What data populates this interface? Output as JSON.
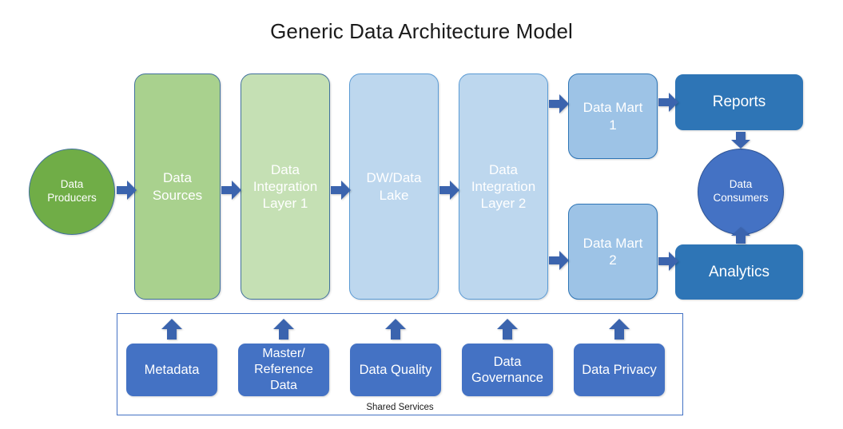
{
  "page": {
    "title": "Generic Data Architecture Model",
    "background": "#ffffff"
  },
  "colors": {
    "producers": "#70AD47",
    "sources": "#A9D18E",
    "integration_layer_1": "#C5E0B4",
    "dw_data_lake": "#BDD7EE",
    "integration_layer_2": "#BDD7EE",
    "data_mart": "#9DC3E6",
    "outputs": "#2E75B6",
    "consumers": "#4472C4",
    "shared_services": "#4472C4",
    "arrow": "#3B64AE",
    "container_border": "#4472C4"
  },
  "pipeline": {
    "producers": {
      "label": "Data\nProducers",
      "shape": "circle"
    },
    "sources": {
      "label": "Data\nSources",
      "shape": "rounded-rect"
    },
    "integration_layer_1": {
      "label": "Data\nIntegration\nLayer 1",
      "shape": "rounded-rect"
    },
    "dw_data_lake": {
      "label": "DW/Data\nLake",
      "shape": "rounded-rect"
    },
    "integration_layer_2": {
      "label": "Data\nIntegration\nLayer 2",
      "shape": "rounded-rect"
    },
    "data_mart_1": {
      "label": "Data Mart\n1",
      "shape": "rounded-rect"
    },
    "data_mart_2": {
      "label": "Data Mart\n2",
      "shape": "rounded-rect"
    },
    "reports": {
      "label": "Reports",
      "shape": "rounded-rect"
    },
    "analytics": {
      "label": "Analytics",
      "shape": "rounded-rect"
    },
    "consumers": {
      "label": "Data\nConsumers",
      "shape": "circle"
    }
  },
  "shared_services": {
    "caption": "Shared Services",
    "items": [
      {
        "label": "Metadata"
      },
      {
        "label": "Master/\nReference\nData"
      },
      {
        "label": "Data Quality"
      },
      {
        "label": "Data\nGovernance"
      },
      {
        "label": "Data Privacy"
      }
    ]
  },
  "flows": [
    {
      "from": "producers",
      "to": "sources",
      "direction": "right"
    },
    {
      "from": "sources",
      "to": "integration_layer_1",
      "direction": "right"
    },
    {
      "from": "integration_layer_1",
      "to": "dw_data_lake",
      "direction": "right"
    },
    {
      "from": "dw_data_lake",
      "to": "integration_layer_2",
      "direction": "right"
    },
    {
      "from": "integration_layer_2",
      "to": "data_mart_1",
      "direction": "right"
    },
    {
      "from": "integration_layer_2",
      "to": "data_mart_2",
      "direction": "right"
    },
    {
      "from": "data_mart_1",
      "to": "reports",
      "direction": "right"
    },
    {
      "from": "data_mart_2",
      "to": "analytics",
      "direction": "right"
    },
    {
      "from": "reports",
      "to": "consumers",
      "direction": "down"
    },
    {
      "from": "analytics",
      "to": "consumers",
      "direction": "up"
    },
    {
      "from": "metadata",
      "to": "sources",
      "direction": "up"
    },
    {
      "from": "master-reference-data",
      "to": "integration_layer_1",
      "direction": "up"
    },
    {
      "from": "data-quality",
      "to": "dw_data_lake",
      "direction": "up"
    },
    {
      "from": "data-governance",
      "to": "integration_layer_2",
      "direction": "up"
    },
    {
      "from": "data-privacy",
      "to": "data_mart",
      "direction": "up"
    }
  ]
}
